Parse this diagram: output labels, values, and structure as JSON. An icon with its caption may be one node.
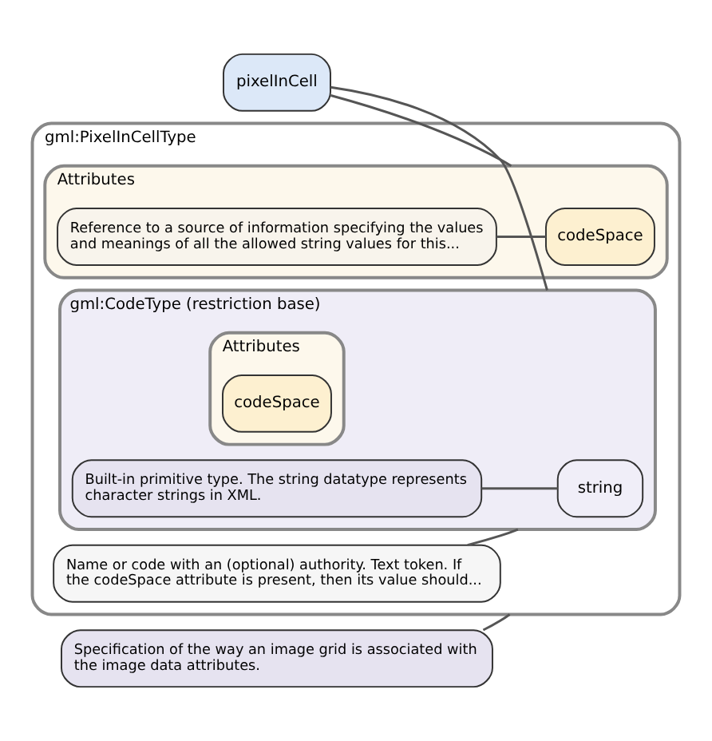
{
  "diagram": {
    "nodes": [
      {
        "text": [
          "pixelInCell"
        ]
      },
      {
        "text": [
          "gml:PixelInCellType"
        ]
      },
      {
        "text": [
          "gml:CodeType (restriction base)"
        ],
        "in": 1
      },
      {
        "text": [
          "string"
        ],
        "in": 2
      },
      {
        "text": [
          "Built-in primitive type. The string datatype represents character strings in XML."
        ],
        "in": 2
      },
      {
        "text": [
          "Attributes"
        ],
        "in": 2
      },
      {
        "text": [
          "codeSpace"
        ],
        "in": 5
      },
      {
        "text": [
          "Name or code with an (optional) authority. Text token. If the codeSpace attribute is present, then its value should..."
        ],
        "in": 1
      },
      {
        "text": [
          "Attributes"
        ],
        "in": 1
      },
      {
        "text": [
          "codeSpace"
        ],
        "in": 8
      },
      {
        "text": [
          "Reference to a source of information specifying the values and meanings of all the allowed string values for this..."
        ],
        "in": 8
      },
      {
        "text": [
          "Specification of the way an image grid is associated with the image data attributes."
        ]
      }
    ],
    "edges": [
      {
        "from": 0,
        "to": 2,
        "arrow": "none"
      },
      {
        "from": 0,
        "to": 8,
        "arrow": "none"
      },
      {
        "from": 4,
        "to": 3,
        "arrow": "none"
      },
      {
        "from": 7,
        "to": 2,
        "arrow": "none"
      },
      {
        "from": 10,
        "to": 9,
        "arrow": "none"
      },
      {
        "from": 11,
        "to": 1,
        "arrow": "none"
      }
    ]
  }
}
